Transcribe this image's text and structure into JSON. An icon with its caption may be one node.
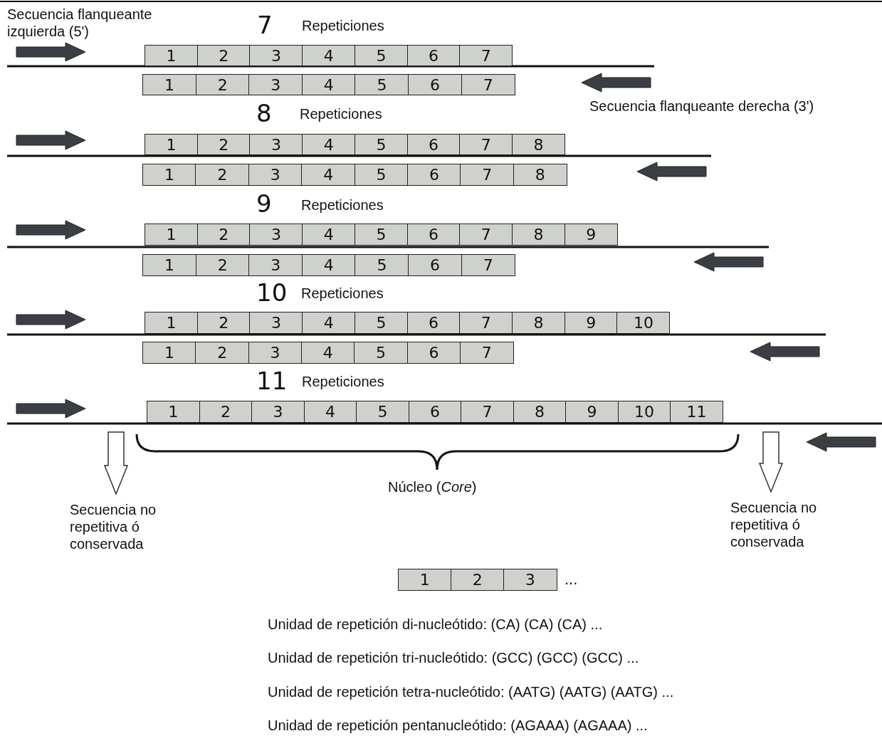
{
  "diagram": {
    "nodes": [
      {
        "text": [
          "1"
        ]
      },
      {
        "text": [
          "2"
        ]
      },
      {
        "text": [
          "3"
        ]
      },
      {
        "text": [
          "4"
        ]
      },
      {
        "text": [
          "5"
        ]
      },
      {
        "text": [
          "6"
        ]
      },
      {
        "text": [
          "7"
        ]
      },
      {
        "text": [
          "1"
        ]
      },
      {
        "text": [
          "2"
        ]
      },
      {
        "text": [
          "3"
        ]
      },
      {
        "text": [
          "4"
        ]
      },
      {
        "text": [
          "5"
        ]
      },
      {
        "text": [
          "6"
        ]
      },
      {
        "text": [
          "7"
        ]
      },
      {
        "text": [
          "1"
        ]
      },
      {
        "text": [
          "2"
        ]
      },
      {
        "text": [
          "3"
        ]
      },
      {
        "text": [
          "4"
        ]
      },
      {
        "text": [
          "5"
        ]
      },
      {
        "text": [
          "6"
        ]
      },
      {
        "text": [
          "7"
        ]
      },
      {
        "text": [
          "8"
        ]
      },
      {
        "text": [
          "1"
        ]
      },
      {
        "text": [
          "2"
        ]
      },
      {
        "text": [
          "3"
        ]
      },
      {
        "text": [
          "4"
        ]
      },
      {
        "text": [
          "5"
        ]
      },
      {
        "text": [
          "6"
        ]
      },
      {
        "text": [
          "7"
        ]
      },
      {
        "text": [
          "8"
        ]
      },
      {
        "text": [
          "1"
        ]
      },
      {
        "text": [
          "2"
        ]
      },
      {
        "text": [
          "3"
        ]
      },
      {
        "text": [
          "4"
        ]
      },
      {
        "text": [
          "5"
        ]
      },
      {
        "text": [
          "6"
        ]
      },
      {
        "text": [
          "7"
        ]
      },
      {
        "text": [
          "8"
        ]
      },
      {
        "text": [
          "9"
        ]
      },
      {
        "text": [
          "1"
        ]
      },
      {
        "text": [
          "2"
        ]
      },
      {
        "text": [
          "3"
        ]
      },
      {
        "text": [
          "4"
        ]
      },
      {
        "text": [
          "5"
        ]
      },
      {
        "text": [
          "6"
        ]
      },
      {
        "text": [
          "7"
        ]
      },
      {
        "text": [
          "1"
        ]
      },
      {
        "text": [
          "2"
        ]
      },
      {
        "text": [
          "3"
        ]
      },
      {
        "text": [
          "4"
        ]
      },
      {
        "text": [
          "5"
        ]
      },
      {
        "text": [
          "6"
        ]
      },
      {
        "text": [
          "7"
        ]
      },
      {
        "text": [
          "8"
        ]
      },
      {
        "text": [
          "9"
        ]
      },
      {
        "text": [
          "10"
        ]
      },
      {
        "text": [
          "1"
        ]
      },
      {
        "text": [
          "2"
        ]
      },
      {
        "text": [
          "3"
        ]
      },
      {
        "text": [
          "4"
        ]
      },
      {
        "text": [
          "5"
        ]
      },
      {
        "text": [
          "6"
        ]
      },
      {
        "text": [
          "7"
        ]
      },
      {
        "text": [
          "1"
        ]
      },
      {
        "text": [
          "2"
        ]
      },
      {
        "text": [
          "3"
        ]
      },
      {
        "text": [
          "4"
        ]
      },
      {
        "text": [
          "5"
        ]
      },
      {
        "text": [
          "6"
        ]
      },
      {
        "text": [
          "7"
        ]
      },
      {
        "text": [
          "8"
        ]
      },
      {
        "text": [
          "9"
        ]
      },
      {
        "text": [
          "10"
        ]
      },
      {
        "text": [
          "11"
        ]
      },
      {
        "text": [
          "Secuencia no repetitiva ó conservada"
        ]
      },
      {
        "text": [
          "Secuencia no repetitiva ó conservada"
        ]
      },
      {
        "text": [
          "1"
        ]
      },
      {
        "text": [
          "2"
        ]
      },
      {
        "text": [
          "3"
        ]
      }
    ],
    "edges": [
      {
        "from": null,
        "to": 74,
        "arrow": "to"
      },
      {
        "from": null,
        "to": 75,
        "arrow": "to"
      }
    ],
    "labels": [
      "Secuencia flanqueante izquierda (5')",
      "7",
      "Repeticiones",
      "Secuencia flanqueante derecha (3')",
      "8",
      "Repeticiones",
      "9",
      "Repeticiones",
      "10",
      "Repeticiones",
      "11",
      "Repeticiones",
      "Núcleo (*Core*)",
      "...",
      "Unidad de repetición di-nucleótido: (CA) (CA) (CA) ...",
      "Unidad de repetición tri-nucleótido: (GCC) (GCC) (GCC) ...",
      "Unidad de repetición tetra-nucleótido: (AATG) (AATG) (AATG) ...",
      "Unidad de repetición pentanucleótido: (AGAAA) (AGAAA)  ..."
    ]
  }
}
